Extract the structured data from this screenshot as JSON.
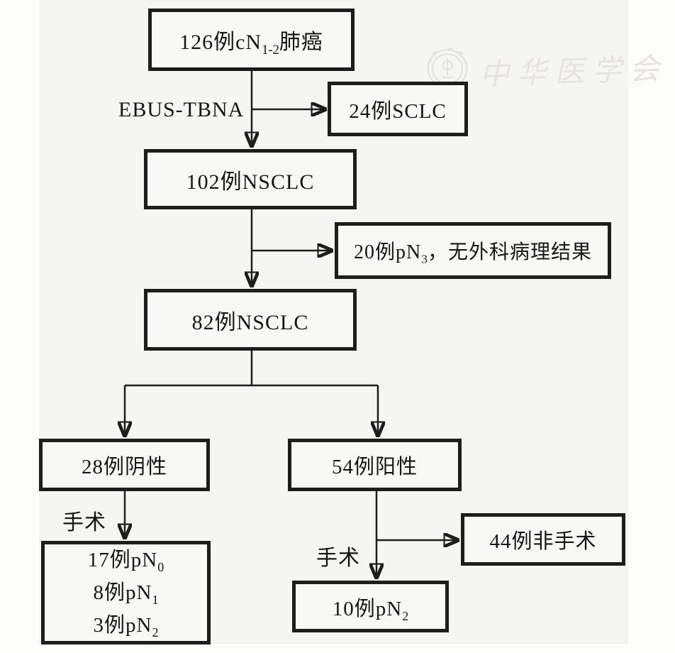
{
  "figure": {
    "watermark": {
      "text": "中华医学会"
    },
    "labels": {
      "ebus": "EBUS-TBNA",
      "surgery_left": "手术",
      "surgery_right": "手术"
    },
    "nodes": {
      "total": {
        "pre": "126例cN",
        "sub": "1-2",
        "post": "肺癌"
      },
      "sclc": {
        "text": "24例SCLC"
      },
      "nsclc102": {
        "text": "102例NSCLC"
      },
      "pn3": {
        "pre": "20例pN",
        "sub": "3",
        "post": "，无外科病理结果"
      },
      "nsclc82": {
        "text": "82例NSCLC"
      },
      "negative": {
        "text": "28例阴性"
      },
      "positive": {
        "text": "54例阳性"
      },
      "path_results": {
        "lines": [
          {
            "pre": "17例pN",
            "sub": "0"
          },
          {
            "pre": "8例pN",
            "sub": "1"
          },
          {
            "pre": "3例pN",
            "sub": "2"
          }
        ]
      },
      "nonsurgery": {
        "text": "44例非手术"
      },
      "pn2": {
        "pre": "10例pN",
        "sub": "2"
      }
    },
    "colors": {
      "ink": "#1d1d1d",
      "panel_background": "#f5f5f3",
      "watermark": "#e6e4e1"
    }
  }
}
